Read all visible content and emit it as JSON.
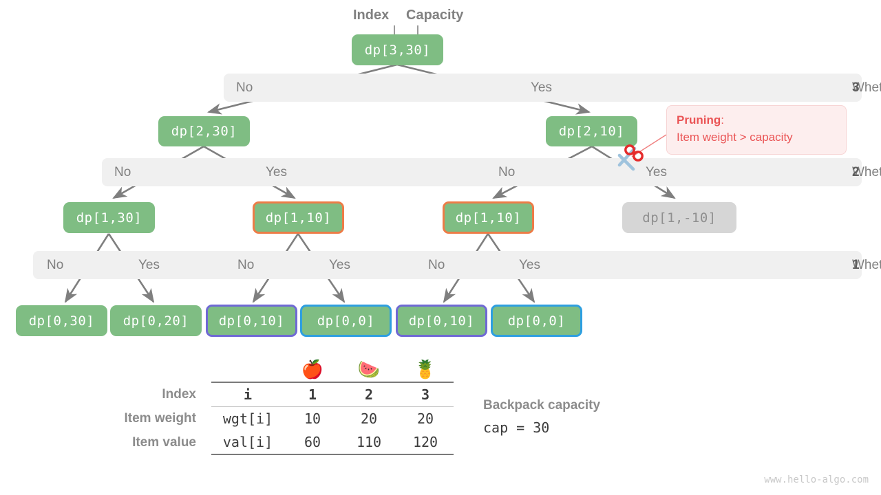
{
  "annotations": {
    "index_label": "Index",
    "capacity_label": "Capacity"
  },
  "tree": {
    "nodes": [
      {
        "id": "r0n0",
        "label": "dp[3,30]"
      },
      {
        "id": "r1n0",
        "label": "dp[2,30]"
      },
      {
        "id": "r1n1",
        "label": "dp[2,10]"
      },
      {
        "id": "r2n0",
        "label": "dp[1,30]"
      },
      {
        "id": "r2n1",
        "label": "dp[1,10]"
      },
      {
        "id": "r2n2",
        "label": "dp[1,10]"
      },
      {
        "id": "r2n3",
        "label": "dp[1,-10]"
      },
      {
        "id": "r3n0",
        "label": "dp[0,30]"
      },
      {
        "id": "r3n1",
        "label": "dp[0,20]"
      },
      {
        "id": "r3n2",
        "label": "dp[0,10]"
      },
      {
        "id": "r3n3",
        "label": "dp[0,0]"
      },
      {
        "id": "r3n4",
        "label": "dp[0,10]"
      },
      {
        "id": "r3n5",
        "label": "dp[0,0]"
      }
    ]
  },
  "bands": [
    {
      "id": "band-item-3",
      "question": "Whether to put item ",
      "item": "3",
      "choices": [
        "No",
        "Yes"
      ]
    },
    {
      "id": "band-item-2",
      "question": "Whether to put item ",
      "item": "2",
      "choices": [
        "No",
        "Yes",
        "No",
        "Yes"
      ]
    },
    {
      "id": "band-item-1",
      "question": "Whether to put item ",
      "item": "1",
      "choices": [
        "No",
        "Yes",
        "No",
        "Yes",
        "No",
        "Yes"
      ]
    }
  ],
  "pruning": {
    "heading": "Pruning",
    "colon": ":",
    "text": "Item weight > capacity",
    "icon": "scissors-icon"
  },
  "table": {
    "emoji": [
      "🍎",
      "🍉",
      "🍍"
    ],
    "rows": [
      {
        "label": "Index",
        "key": "i",
        "values": [
          "1",
          "2",
          "3"
        ]
      },
      {
        "label": "Item weight",
        "key": "wgt[i]",
        "values": [
          "10",
          "20",
          "20"
        ]
      },
      {
        "label": "Item value",
        "key": "val[i]",
        "values": [
          "60",
          "110",
          "120"
        ]
      }
    ]
  },
  "sidenote": {
    "title": "Backpack capacity",
    "value": "cap = 30"
  },
  "watermark": "www.hello-algo.com",
  "colors": {
    "node_green": "#7fbd83",
    "node_grey": "#d6d6d6",
    "border_orange": "#ec7c47",
    "border_purple": "#6f69d4",
    "border_blue": "#2e9fe0",
    "band_bg": "#f0f0f0",
    "edge": "#7f7f7f",
    "pruning_red": "#ea5455",
    "pruning_bg": "#fdeeee"
  }
}
